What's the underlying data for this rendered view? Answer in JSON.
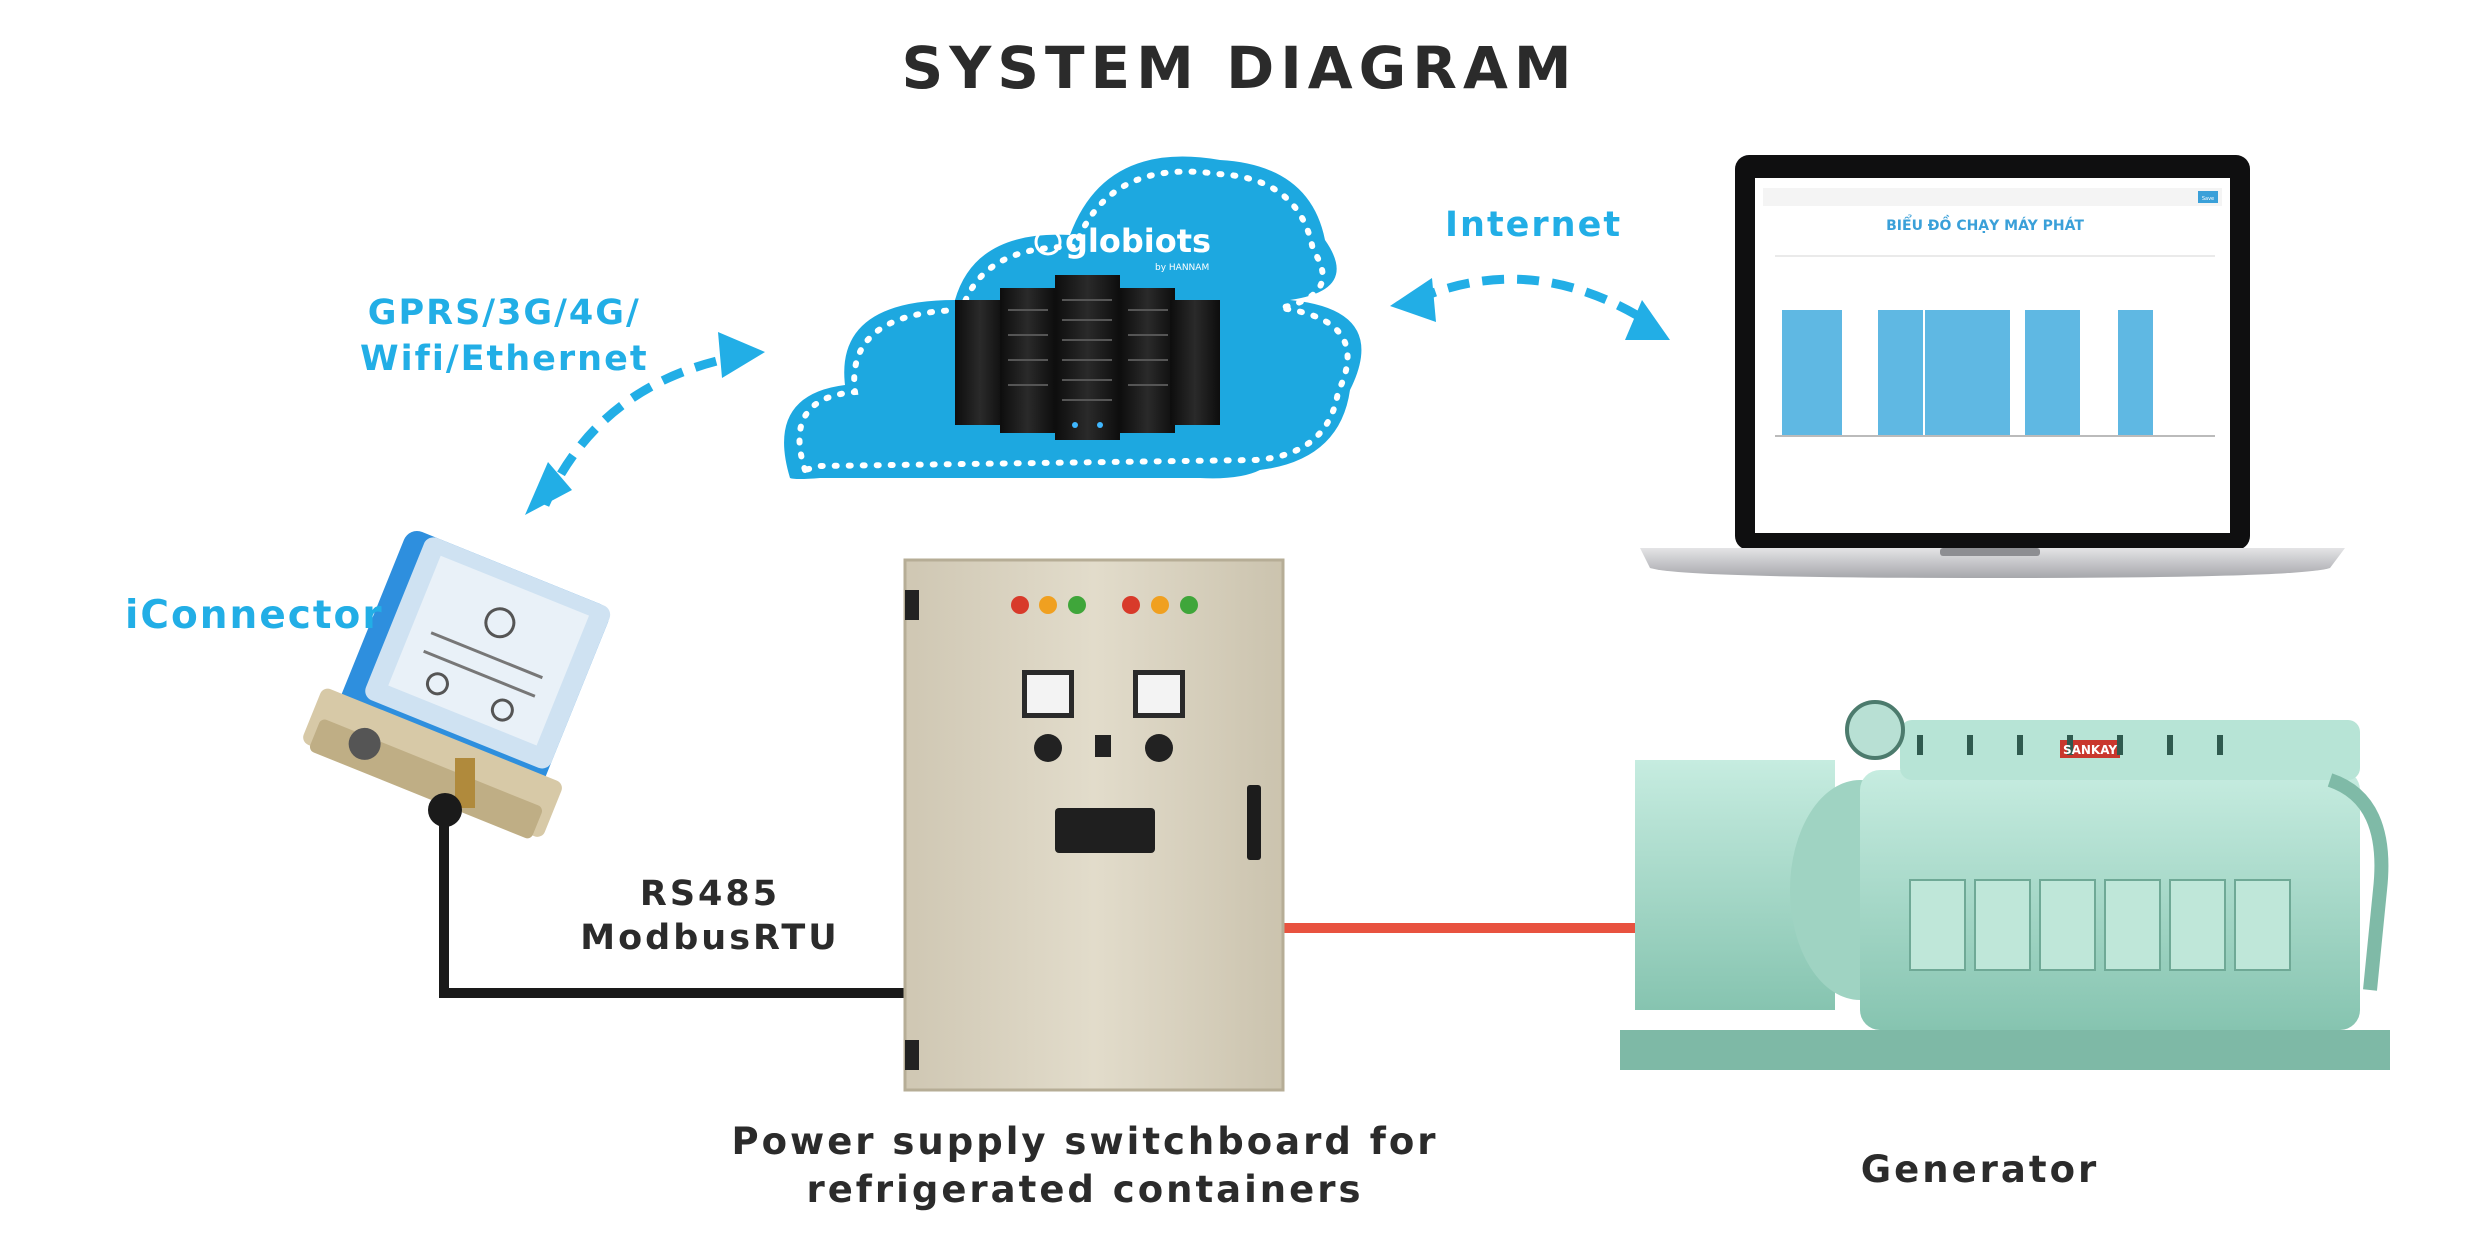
{
  "title": "SYSTEM DIAGRAM",
  "links": {
    "gprs_line1": "GPRS/3G/4G/",
    "gprs_line2": "Wifi/Ethernet",
    "internet": "Internet",
    "rs485_line1": "RS485",
    "rs485_line2": "ModbusRTU"
  },
  "cloud": {
    "brand": "globiots",
    "brand_sub": "by HANNAM"
  },
  "devices": {
    "iconnector": "iConnector",
    "switchboard_line1": "Power supply switchboard for",
    "switchboard_line2": "refrigerated containers",
    "generator": "Generator",
    "generator_brand": "SANKAY"
  },
  "laptop_screen": {
    "chart_title": "BIỂU ĐỒ CHẠY MÁY PHÁT",
    "button": "Save"
  },
  "colors": {
    "accent": "#22aee6",
    "cloud": "#1da8e0",
    "power_line": "#e8523f",
    "cable": "#1a1a1a",
    "generator": "#a8dccb"
  }
}
